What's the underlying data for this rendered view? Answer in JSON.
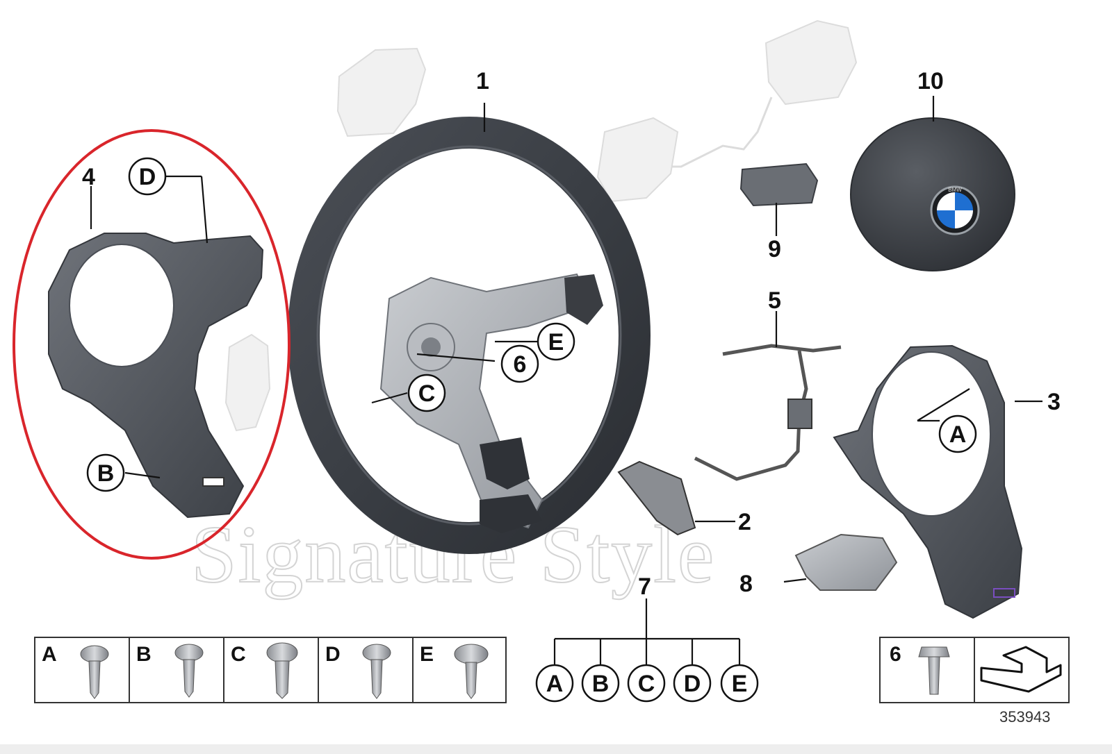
{
  "diagram": {
    "part_numbers": [
      "1",
      "2",
      "3",
      "4",
      "5",
      "6",
      "7",
      "8",
      "9",
      "10"
    ],
    "callout_letters": {
      "d_near_4": "D",
      "b_near_4": "B",
      "c_on_wheel": "C",
      "e_on_wheel": "E",
      "six_on_wheel": "6",
      "a_on_3": "A"
    },
    "group_7_letters": [
      "A",
      "B",
      "C",
      "D",
      "E"
    ],
    "screw_table": {
      "labels": [
        "A",
        "B",
        "C",
        "D",
        "E"
      ]
    },
    "legend_box": {
      "number": "6"
    },
    "reference_number": "353943",
    "watermark": "Signature Style",
    "highlight_color": "#d9252b",
    "airbag_logo": "BMW"
  }
}
